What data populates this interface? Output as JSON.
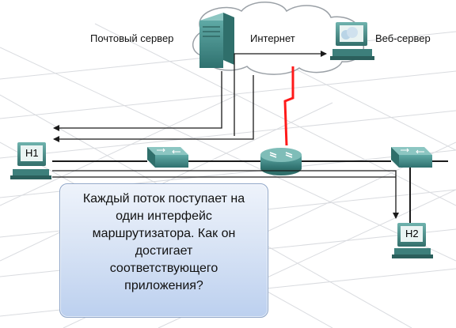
{
  "labels": {
    "mail_server": "Почтовый сервер",
    "internet": "Интернет",
    "web_server": "Веб-сервер",
    "h1": "H1",
    "h2": "H2"
  },
  "callout": {
    "lines": [
      "Каждый поток поступает на",
      "один интерфейс",
      "маршрутизатора. Как он",
      "достигает",
      "соответствующего",
      "приложения?"
    ]
  },
  "colors": {
    "cloud_fill": "#ffffff",
    "cloud_stroke": "#9aa0a6",
    "device_teal": "#3e8a87",
    "link_red": "#ff1a1a",
    "line_dark": "#1a1a1a"
  }
}
